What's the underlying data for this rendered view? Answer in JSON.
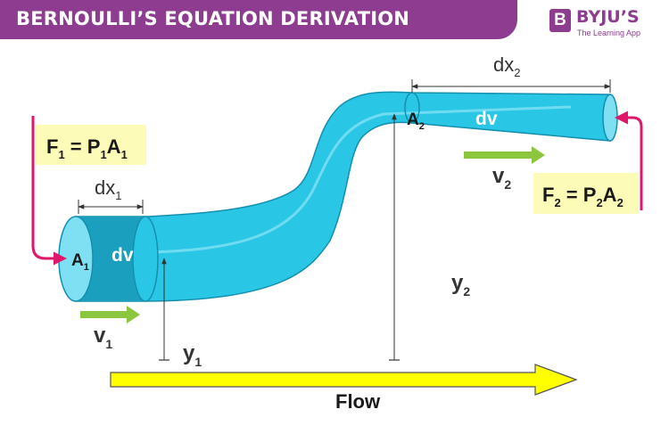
{
  "header": {
    "title": "BERNOULLI’S EQUATION DERIVATION",
    "logo_letter": "B",
    "logo_name": "BYJU’S",
    "logo_tagline": "The Learning App"
  },
  "diagram": {
    "force_left": {
      "F": "F",
      "sub1": "1",
      "eq": " = P",
      "sub2": "1",
      "A": "A",
      "sub3": "1"
    },
    "force_right": {
      "F": "F",
      "sub1": "2",
      "eq": " = P",
      "sub2": "2",
      "A": "A",
      "sub3": "2"
    },
    "dx1": {
      "base": "dx",
      "sub": "1"
    },
    "dx2": {
      "base": "dx",
      "sub": "2"
    },
    "A1": {
      "base": "A",
      "sub": "1"
    },
    "A2": {
      "base": "A",
      "sub": "2"
    },
    "dv_left": "dv",
    "dv_right": "dv",
    "v1": {
      "base": "v",
      "sub": "1"
    },
    "v2": {
      "base": "v",
      "sub": "2"
    },
    "y1": {
      "base": "y",
      "sub": "1"
    },
    "y2": {
      "base": "y",
      "sub": "2"
    },
    "flow_label": "Flow"
  },
  "colors": {
    "brand": "#8d3c8f",
    "pipe": "#29c6e6",
    "pipe_dark": "#1a9fbe",
    "force_arrow": "#e0166a",
    "velocity_arrow": "#8cc63f",
    "flow_arrow": "#ffff00",
    "label_box": "#fdfbb8"
  }
}
